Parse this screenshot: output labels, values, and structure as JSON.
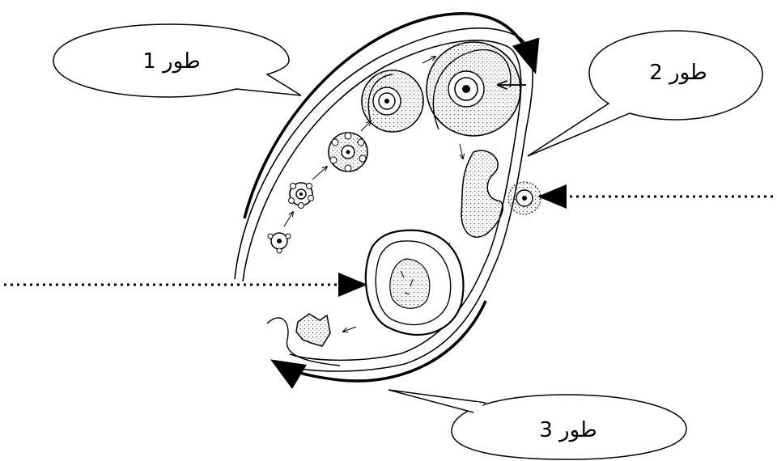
{
  "diagram": {
    "callouts": [
      {
        "id": "phase-1",
        "text": "طور 1"
      },
      {
        "id": "phase-2",
        "text": "طور 2"
      },
      {
        "id": "phase-3",
        "text": "طور 3"
      }
    ],
    "blank_label_arrows": [
      "ovulated-oocyte",
      "corpus-luteum"
    ],
    "colors": {
      "ink": "#000000",
      "stipple": "#555555",
      "background": "#ffffff"
    }
  }
}
